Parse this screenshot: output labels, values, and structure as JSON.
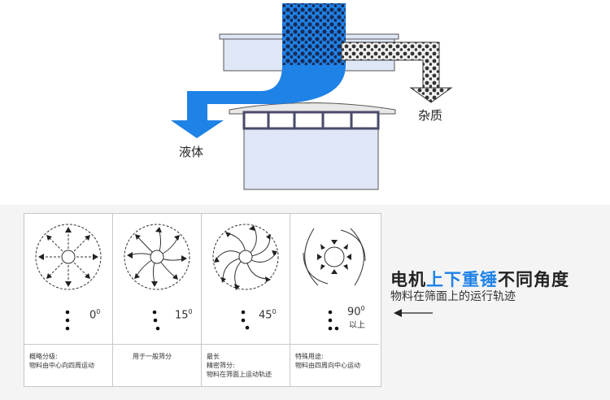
{
  "top_diagram": {
    "liquid_label": "液体",
    "impurity_label": "杂质",
    "colors": {
      "liquid": "#1e82e6",
      "impurity": "#e8e8e8",
      "frame": "#4a4a6a",
      "body": "#dfe6f5"
    }
  },
  "patterns": [
    {
      "angle": "0",
      "angle_sup": "0",
      "desc_lines": [
        "概略分级:",
        "物料由中心向四周运动"
      ]
    },
    {
      "angle": "15",
      "angle_sup": "0",
      "desc_lines": [
        "用于一般筛分"
      ]
    },
    {
      "angle": "45",
      "angle_sup": "0",
      "desc_lines": [
        "最长",
        "精密筛分:",
        "物料在筛面上运动轨迹"
      ]
    },
    {
      "angle": "90",
      "angle_sup": "0",
      "angle_extra": "以上",
      "desc_lines": [
        "特殊用途:",
        "物料由四周向中心运动"
      ]
    }
  ],
  "headline": {
    "part1": "电机",
    "part2": "上下重锤",
    "part3": "不同角度",
    "subtitle": "物料在筛面上的运行轨迹",
    "highlight_color": "#1e82e6"
  }
}
